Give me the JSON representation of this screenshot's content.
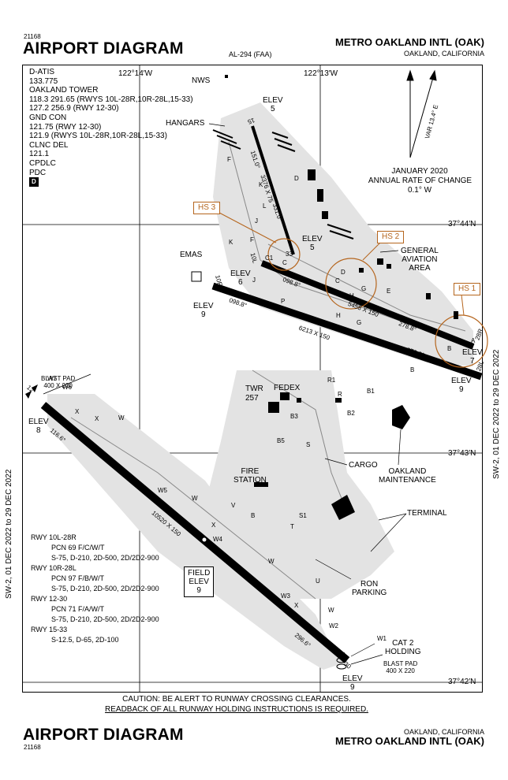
{
  "header": {
    "doc_number": "21168",
    "title": "AIRPORT DIAGRAM",
    "al_number": "AL-294 (FAA)",
    "airport_name": "METRO OAKLAND INTL (OAK)",
    "location": "OAKLAND, CALIFORNIA"
  },
  "footer": {
    "doc_number": "21168",
    "title": "AIRPORT DIAGRAM",
    "location": "OAKLAND, CALIFORNIA",
    "airport_name": "METRO OAKLAND INTL (OAK)"
  },
  "side_dates": {
    "left": "SW-2, 01 DEC 2022 to 29 DEC 2022",
    "right": "SW-2, 01 DEC 2022 to 29 DEC 2022"
  },
  "frequencies": [
    "D-ATIS",
    "133.775",
    "OAKLAND TOWER",
    "118.3 291.65 (RWYS 10L-28R,10R-28L,15-33)",
    "127.2 256.9 (RWY 12-30)",
    "GND CON",
    "121.75 (RWY 12-30)",
    "121.9 (RWYS 10L-28R,10R-28L,15-33)",
    "CLNC DEL",
    "121.1",
    "CPDLC",
    "PDC"
  ],
  "d_symbol": "D",
  "coords": {
    "lon_left": "122°14′W",
    "lon_right": "122°13′W",
    "lat_44": "37°44′N",
    "lat_43": "37°43′N",
    "lat_42": "37°42′N"
  },
  "variation": {
    "label": "VAR 13.4° E",
    "date": "JANUARY 2020",
    "rate_title": "ANNUAL RATE OF CHANGE",
    "rate": "0.1° W"
  },
  "hot_spots": [
    "HS 1",
    "HS 2",
    "HS 3"
  ],
  "labels": {
    "nws": "NWS",
    "hangars": "HANGARS",
    "emas": "EMAS",
    "general_aviation": "GENERAL\nAVIATION\nAREA",
    "fedex": "FEDEX",
    "twr": "TWR",
    "twr_elev": "257",
    "fire_station": "FIRE\nSTATION",
    "cargo": "CARGO",
    "oakland_maintenance": "OAKLAND\nMAINTENANCE",
    "terminal": "TERMINAL",
    "ron_parking": "RON\nPARKING",
    "cat2_holding": "CAT 2\nHOLDING",
    "blast_pad_nw": "BLAST PAD\n400 X 220",
    "blast_pad_se": "BLAST PAD\n400 X 220"
  },
  "elevations": {
    "rwy15": {
      "label": "ELEV",
      "value": "5"
    },
    "rwy33": {
      "label": "ELEV",
      "value": "5"
    },
    "rwy10l": {
      "label": "ELEV",
      "value": "6"
    },
    "rwy10r": {
      "label": "ELEV",
      "value": "9"
    },
    "rwy28r": {
      "label": "ELEV",
      "value": "7"
    },
    "rwy28l": {
      "label": "ELEV",
      "value": "9"
    },
    "rwy12": {
      "label": "ELEV",
      "value": "8"
    },
    "rwy30": {
      "label": "ELEV",
      "value": "9"
    },
    "field": {
      "label": "FIELD\nELEV",
      "value": "9"
    }
  },
  "runways": {
    "r15_33": {
      "dims": "3376 X 75",
      "hdg1": "151.0°",
      "hdg2": "331.0°",
      "end1": "15",
      "end2": "33"
    },
    "r10l_28r": {
      "dims": "5458 X 150",
      "hdg1": "098.8°",
      "hdg2": "278.8°",
      "end1": "10L",
      "end2": "28R"
    },
    "r10r_28l": {
      "dims": "6213 X 150",
      "hdg1": "098.8°",
      "hdg2": "278.8°",
      "end1": "10R",
      "end2": "28L"
    },
    "r12_30": {
      "dims": "10520 X 150",
      "hdg1": "116.6°",
      "hdg2": "296.6°",
      "end1": "12",
      "end2": "30"
    }
  },
  "taxiways": [
    "F",
    "K",
    "D",
    "L",
    "J",
    "K",
    "F",
    "C",
    "C1",
    "D",
    "C",
    "H",
    "G",
    "P",
    "E",
    "G",
    "H",
    "J",
    "B",
    "A",
    "B",
    "R1",
    "R",
    "B1",
    "B2",
    "B3",
    "B5",
    "S",
    "V",
    "B",
    "T",
    "S1",
    "U",
    "W",
    "X",
    "W",
    "W5",
    "W6",
    "W7",
    "X",
    "W",
    "X",
    "W4",
    "W3",
    "X",
    "W",
    "W2",
    "W1",
    "Y"
  ],
  "runway_info": [
    "RWY 10L-28R",
    "PCN 69 F/C/W/T",
    "S-75, D-210, 2D-500, 2D/2D2-900",
    "RWY 10R-28L",
    "PCN 97 F/B/W/T",
    "S-75, D-210, 2D-500, 2D/2D2-900",
    "RWY 12-30",
    "PCN 71 F/A/W/T",
    "S-75, D-210, 2D-500, 2D/2D2-900",
    "RWY 15-33",
    "S-12.5, D-65, 2D-100"
  ],
  "caution": {
    "line1": "CAUTION: BE ALERT TO RUNWAY CROSSING CLEARANCES.",
    "line2": "READBACK OF ALL RUNWAY HOLDING INSTRUCTIONS IS REQUIRED."
  },
  "colors": {
    "hot_spot": "#b5651d",
    "pavement": "#e3e3e3",
    "runway": "#000000"
  }
}
